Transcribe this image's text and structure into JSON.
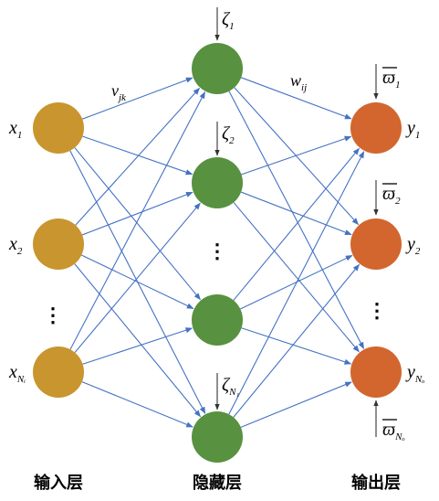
{
  "layers": {
    "input": {
      "label": "输入层",
      "nodes": [
        {
          "name": "x",
          "sub": "1"
        },
        {
          "name": "x",
          "sub": "2"
        },
        {
          "name": "x",
          "sub": "Nᵢ"
        }
      ],
      "ellipsis": "⋮",
      "node_color": "#C9952E"
    },
    "hidden": {
      "label": "隐藏层",
      "nodes": [
        {
          "bias": "ζ",
          "sub": "1"
        },
        {
          "bias": "ζ",
          "sub": "2"
        },
        {
          "bias": "",
          "sub": ""
        },
        {
          "bias": "ζ",
          "sub": "N₁"
        }
      ],
      "ellipsis": "⋮",
      "node_color": "#58913F"
    },
    "output": {
      "label": "输出层",
      "nodes": [
        {
          "name": "y",
          "sub": "1",
          "bias": "ϖ",
          "bsub": "1"
        },
        {
          "name": "y",
          "sub": "2",
          "bias": "ϖ",
          "bsub": "2"
        },
        {
          "name": "y",
          "sub": "Nₒ",
          "bias": "ϖ",
          "bsub": "Nₒ"
        }
      ],
      "ellipsis": "⋮",
      "node_color": "#D2662E"
    }
  },
  "weights": {
    "input_hidden": {
      "name": "v",
      "sub": "jk"
    },
    "hidden_output": {
      "name": "w",
      "sub": "ij"
    }
  },
  "edge_color": "#4472C4"
}
